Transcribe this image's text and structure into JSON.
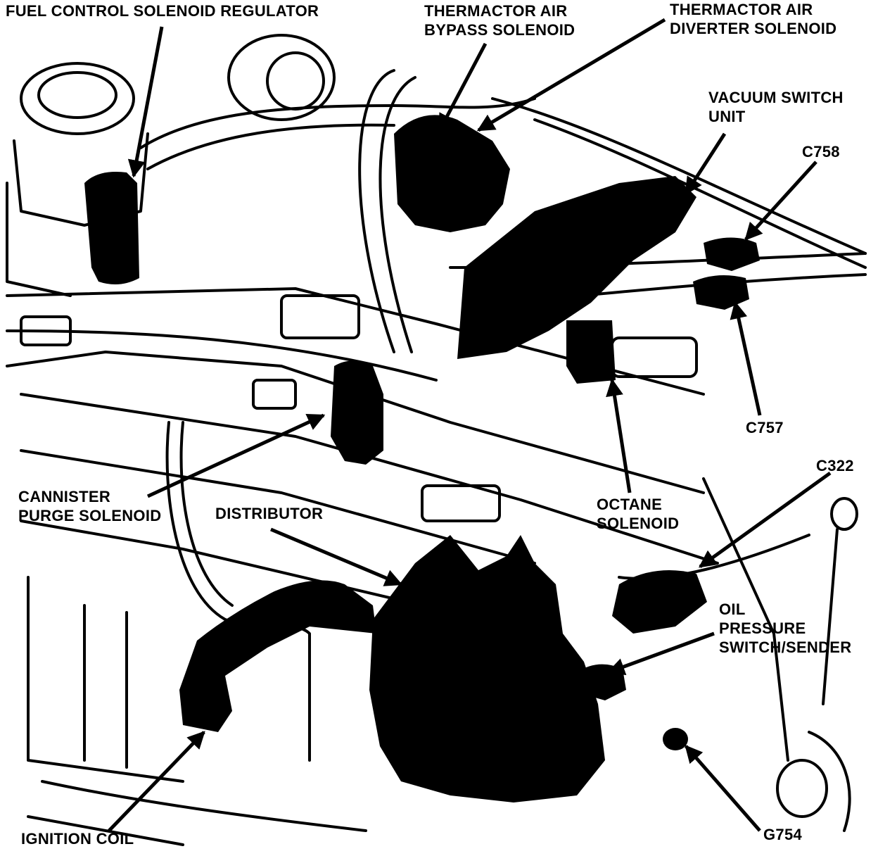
{
  "labels": {
    "fuel_control": [
      "FUEL CONTROL SOLENOID REGULATOR"
    ],
    "thermactor_bypass": [
      "THERMACTOR AIR",
      "BYPASS SOLENOID"
    ],
    "thermactor_diverter": [
      "THERMACTOR AIR",
      "DIVERTER SOLENOID"
    ],
    "vacuum_switch": [
      "VACUUM SWITCH",
      "UNIT"
    ],
    "c758": [
      "C758"
    ],
    "c757": [
      "C757"
    ],
    "c322": [
      "C322"
    ],
    "cannister_purge": [
      "CANNISTER",
      "PURGE SOLENOID"
    ],
    "distributor": [
      "DISTRIBUTOR"
    ],
    "octane": [
      "OCTANE",
      "SOLENOID"
    ],
    "oil_pressure": [
      "OIL",
      "PRESSURE",
      "SWITCH/SENDER"
    ],
    "ignition_coil": [
      "IGNITION COIL"
    ],
    "g754": [
      "G754"
    ]
  },
  "colors": {
    "ink": "#000000",
    "paper": "#ffffff"
  }
}
